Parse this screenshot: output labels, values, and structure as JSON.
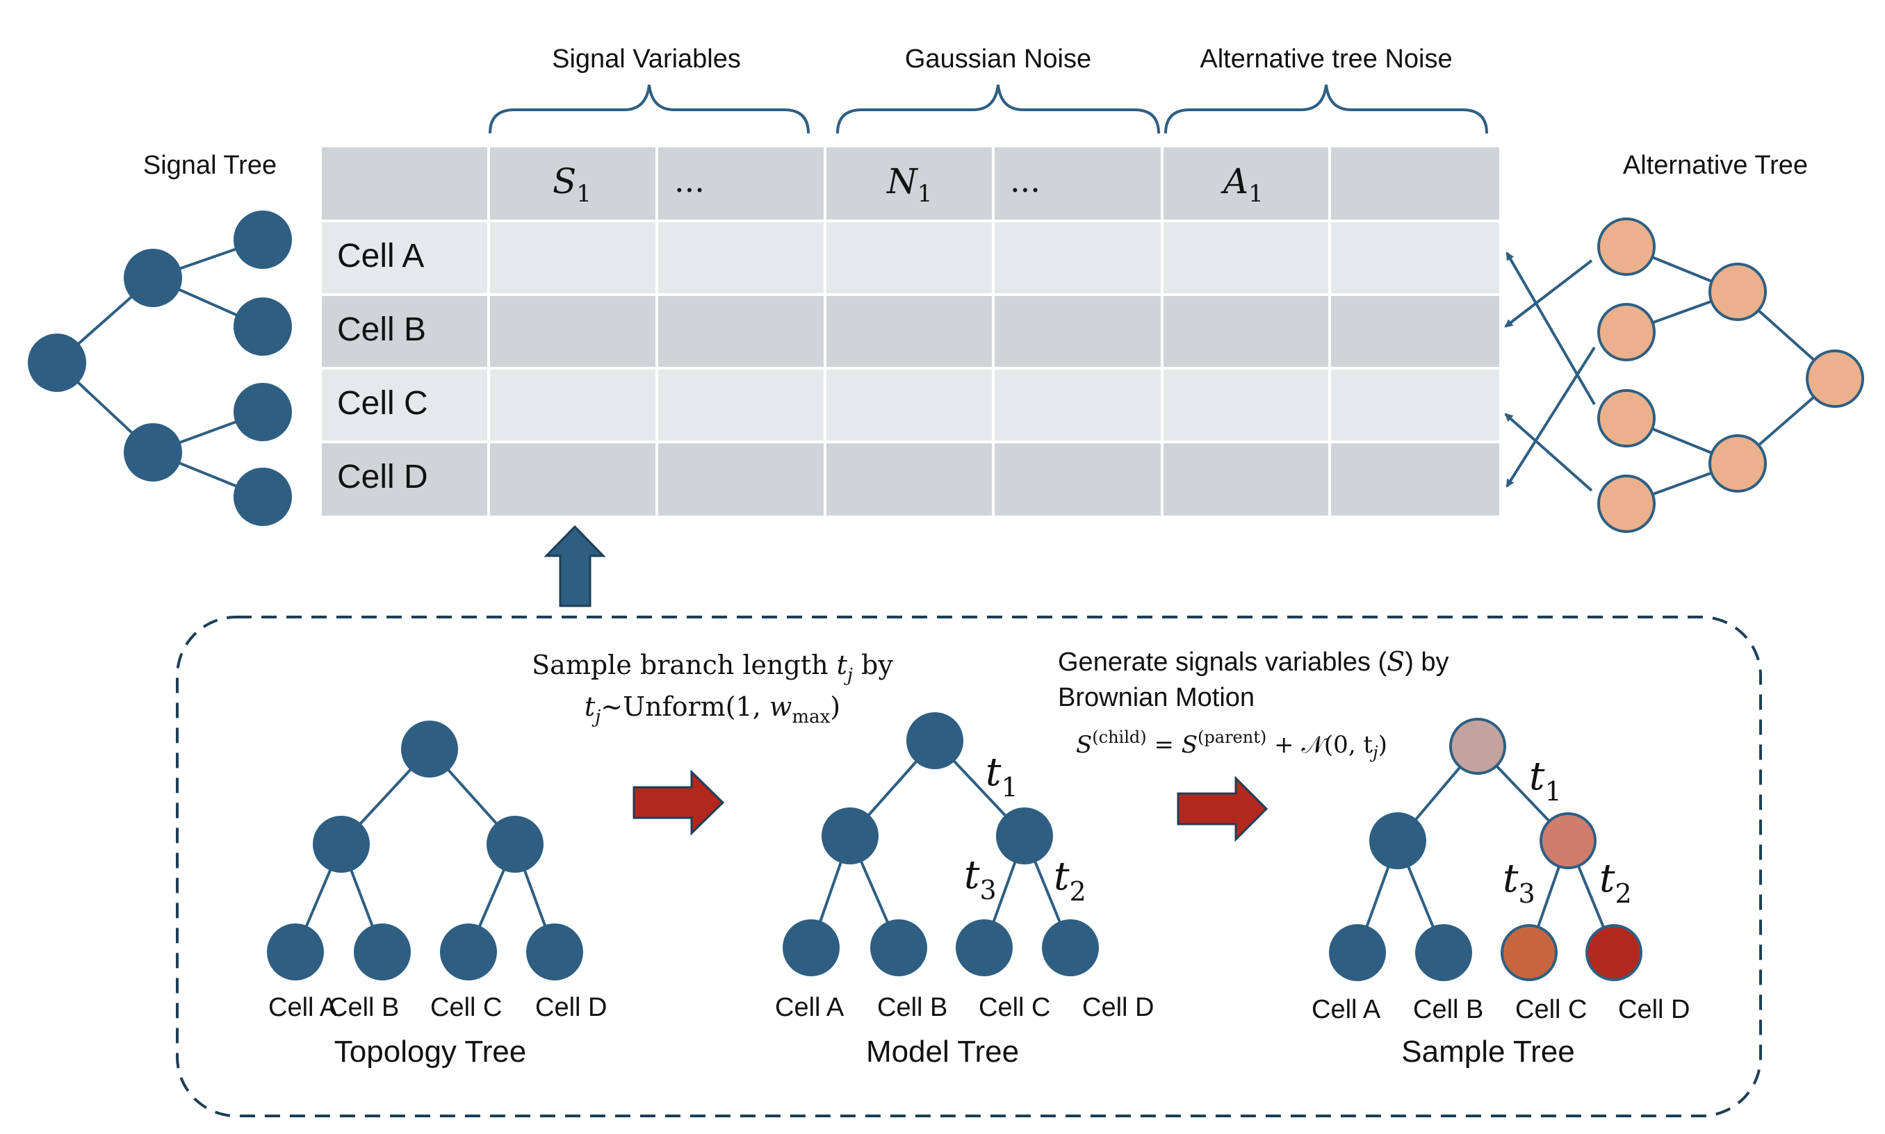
{
  "labels": {
    "signal_tree": "Signal Tree",
    "alternative_tree": "Alternative Tree",
    "topology_tree": "Topology Tree",
    "model_tree": "Model Tree",
    "sample_tree": "Sample Tree"
  },
  "table": {
    "groups": [
      "Signal Variables",
      "Gaussian Noise",
      "Alternative tree Noise"
    ],
    "header": {
      "s1": "S",
      "s1_sub": "1",
      "dots1": "...",
      "n1": "N",
      "n1_sub": "1",
      "dots2": "...",
      "a1": "A",
      "a1_sub": "1"
    },
    "rows": [
      "Cell A",
      "Cell B",
      "Cell C",
      "Cell D"
    ]
  },
  "leaf_labels": [
    "Cell A",
    "Cell B",
    "Cell C",
    "Cell D"
  ],
  "branch_labels": {
    "t": "t",
    "sub1": "1",
    "sub2": "2",
    "sub3": "3"
  },
  "step1": {
    "line1_a": "Sample branch length ",
    "line1_var": "t",
    "line1_sub": "j",
    "line1_b": " by",
    "line2_var": "t",
    "line2_sub": "j",
    "line2_rest": "~Unform(1, ",
    "line2_w": "w",
    "line2_wsub": "max",
    "line2_close": ")"
  },
  "step2": {
    "line1_a": "Generate signals variables (",
    "line1_var": "S",
    "line1_b": ") by",
    "line2": "Brownian Motion",
    "formula_s": "S",
    "formula_child": "(child)",
    "formula_eq": " = ",
    "formula_s2": "S",
    "formula_parent": "(parent)",
    "formula_plus": " + ",
    "formula_n": "𝒩",
    "formula_args": "(0, t",
    "formula_sub": "j",
    "formula_close": ")"
  },
  "colors": {
    "node_blue": "#2e5f82",
    "node_orange": "#eab18c",
    "node_orange_stroke": "#2e5f82",
    "root_sample": "#c2a39d",
    "internal_sample": "#cf7d6d",
    "leaf_c_sample": "#c7663e",
    "leaf_d_sample": "#b3281d",
    "arrow_red": "#b3281d",
    "arrow_blue": "#2e5f82",
    "table_dark": "#d0d4d8",
    "table_light": "#e6e9ec"
  }
}
